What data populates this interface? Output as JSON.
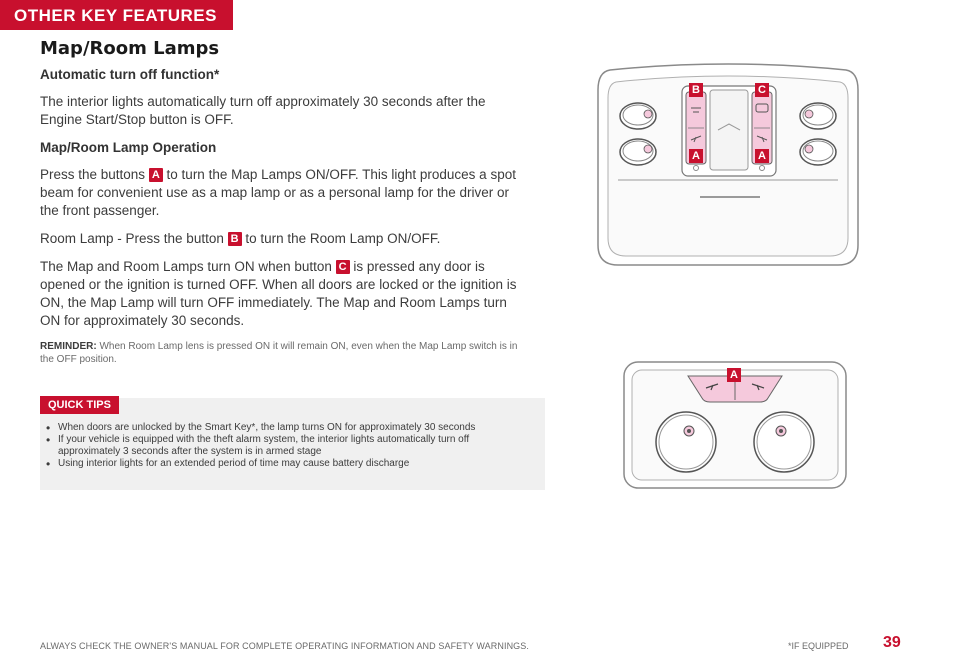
{
  "header": {
    "tab_label": "OTHER KEY FEATURES"
  },
  "section": {
    "title": "Map/Room Lamps"
  },
  "content": {
    "auto_heading": "Automatic turn off function*",
    "auto_text": "The interior lights automatically turn off approximately 30 seconds after the Engine Start/Stop button is OFF.",
    "operation_heading": "Map/Room Lamp Operation",
    "press_a_before": "Press the buttons",
    "press_a_after": "to turn the Map Lamps ON/OFF. This light produces a spot beam for convenient use as a map lamp or as a personal lamp for the driver or the front passenger.",
    "room_before": "Room Lamp - Press the button",
    "room_after": "to turn the Room Lamp ON/OFF.",
    "door_before": "The Map and Room Lamps turn ON when button",
    "door_after": "is pressed any door is opened or the ignition is turned OFF. When all doors are locked or the ignition is ON, the Map Lamp will turn OFF immediately. The Map and Room Lamps turn ON for approximately 30 seconds.",
    "badge_a": "A",
    "badge_b": "B",
    "badge_c": "C"
  },
  "reminder": {
    "label": "REMINDER:",
    "text": "When Room Lamp lens is pressed ON it will remain ON, even when the Map Lamp switch is in the OFF position."
  },
  "quick_tips": {
    "label": "QUICK TIPS",
    "items": [
      "When doors are unlocked by the Smart Key*, the lamp turns ON for approximately 30 seconds",
      "If your vehicle is equipped with the theft alarm system, the interior lights automatically turn off approximately 3 seconds after the system is in armed stage",
      "Using interior lights for an extended period of time may cause battery discharge"
    ]
  },
  "figures": {
    "top_labels": {
      "b": "B",
      "c": "C",
      "a_left": "A",
      "a_right": "A"
    },
    "bottom_label": "A"
  },
  "footer": {
    "disclaimer": "ALWAYS CHECK THE OWNER'S MANUAL FOR COMPLETE OPERATING INFORMATION AND SAFETY WARNINGS.",
    "if_equipped": "*IF EQUIPPED",
    "page_number": "39"
  },
  "colors": {
    "accent": "#c8102e",
    "tips_bg": "#f0f0f0",
    "lamp_pink": "#f5c9dc"
  }
}
